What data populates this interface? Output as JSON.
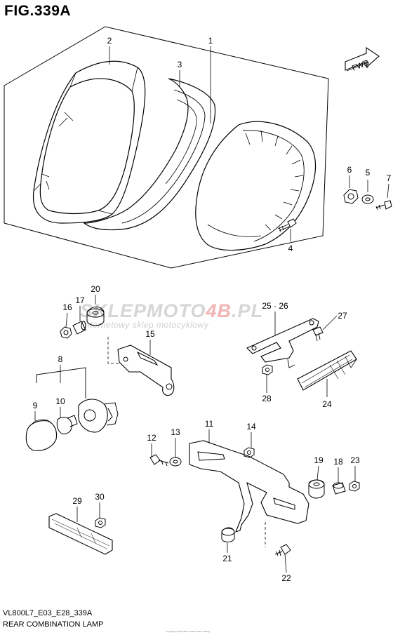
{
  "figure": {
    "title": "FIG.339A",
    "model_code": "VL800L7_E03_E28_339A",
    "name": "REAR COMBINATION LAMP",
    "copyright": "Copyright (c) 2014-2017 Dealer's Parts Catalog"
  },
  "direction_marker": "FWD",
  "watermark": {
    "brand_main": "SKLEPMOTO",
    "brand_accent": "4B",
    "brand_tld": ".PL",
    "tagline": "internetowy sklep motocyklowy"
  },
  "callouts": [
    {
      "id": "1",
      "label": "1"
    },
    {
      "id": "2",
      "label": "2"
    },
    {
      "id": "3",
      "label": "3"
    },
    {
      "id": "4",
      "label": "4"
    },
    {
      "id": "5",
      "label": "5"
    },
    {
      "id": "6",
      "label": "6"
    },
    {
      "id": "7",
      "label": "7"
    },
    {
      "id": "8",
      "label": "8"
    },
    {
      "id": "9",
      "label": "9"
    },
    {
      "id": "10",
      "label": "10"
    },
    {
      "id": "11",
      "label": "11"
    },
    {
      "id": "12",
      "label": "12"
    },
    {
      "id": "13",
      "label": "13"
    },
    {
      "id": "14",
      "label": "14"
    },
    {
      "id": "15",
      "label": "15"
    },
    {
      "id": "16",
      "label": "16"
    },
    {
      "id": "17",
      "label": "17"
    },
    {
      "id": "18",
      "label": "18"
    },
    {
      "id": "19",
      "label": "19"
    },
    {
      "id": "20",
      "label": "20"
    },
    {
      "id": "21",
      "label": "21"
    },
    {
      "id": "22",
      "label": "22"
    },
    {
      "id": "23",
      "label": "23"
    },
    {
      "id": "24",
      "label": "24"
    },
    {
      "id": "25-26",
      "label": "25 · 26"
    },
    {
      "id": "27",
      "label": "27"
    },
    {
      "id": "28",
      "label": "28"
    },
    {
      "id": "29",
      "label": "29"
    },
    {
      "id": "30",
      "label": "30"
    }
  ]
}
